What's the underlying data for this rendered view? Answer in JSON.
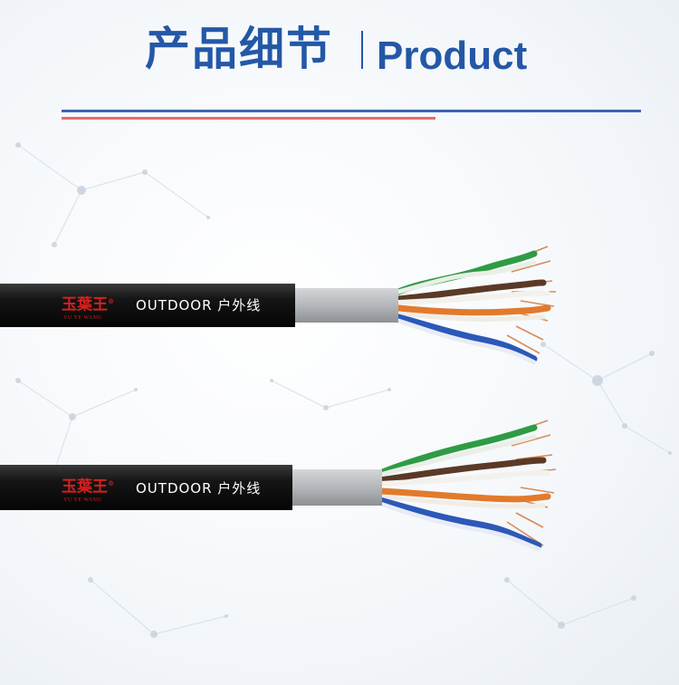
{
  "header": {
    "title_cn": "产品细节",
    "title_en": "Product"
  },
  "colors": {
    "title_blue": "#2458a6",
    "rule_blue": "#3a66b3",
    "rule_red": "#e86a6a",
    "jacket_black": "#151515",
    "inner_sheath_gray": "#b4b7ba",
    "brand_red": "#d62020",
    "wire_green": "#2f9b45",
    "wire_brown": "#5a3a26",
    "wire_orange": "#e27a2c",
    "wire_blue": "#2c58b8",
    "copper": "#d98b58"
  },
  "cables": [
    {
      "brand_cn": "玉葉王",
      "brand_mark": "®",
      "brand_en": "YU YE WANG",
      "label": "OUTDOOR 户外线"
    },
    {
      "brand_cn": "玉葉王",
      "brand_mark": "®",
      "brand_en": "YU YE WANG",
      "label": "OUTDOOR 户外线"
    }
  ]
}
